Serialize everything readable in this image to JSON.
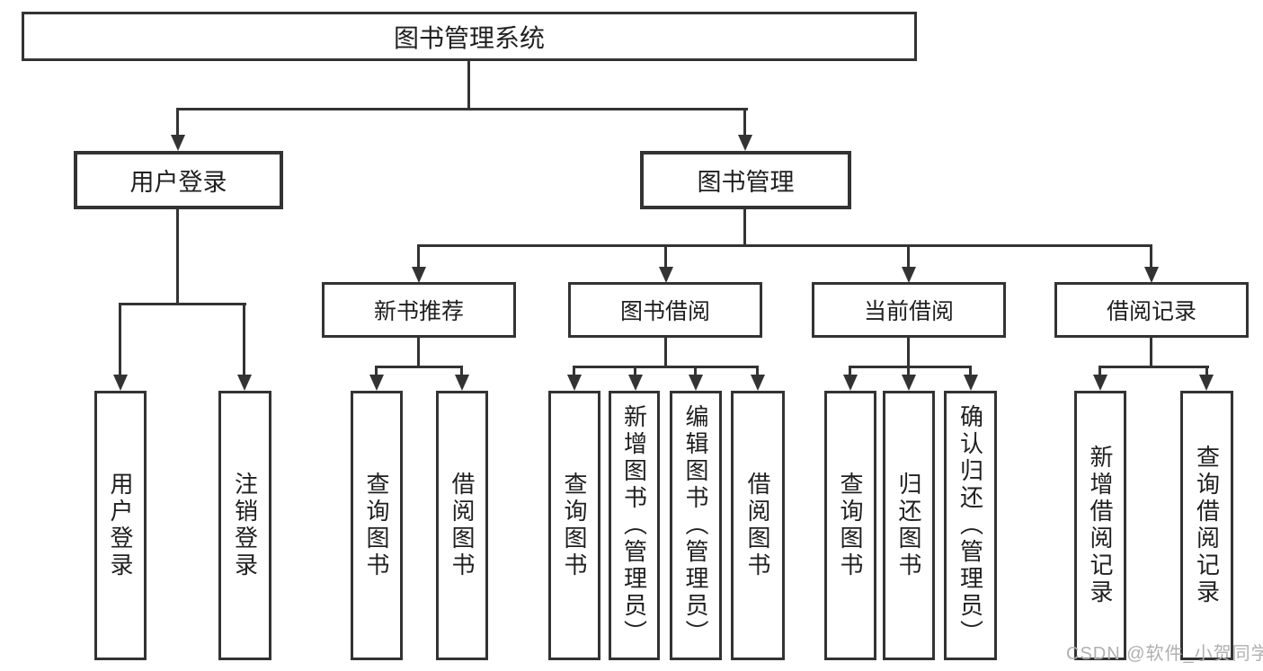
{
  "tree": {
    "root": {
      "label": "图书管理系统"
    },
    "children": [
      {
        "label": "用户登录",
        "children": [
          {
            "label": "用户登录"
          },
          {
            "label": "注销登录"
          }
        ]
      },
      {
        "label": "图书管理",
        "children": [
          {
            "label": "新书推荐",
            "children": [
              {
                "label": "查询图书"
              },
              {
                "label": "借阅图书"
              }
            ]
          },
          {
            "label": "图书借阅",
            "children": [
              {
                "label": "查询图书"
              },
              {
                "label": "新增图书（管理员）"
              },
              {
                "label": "编辑图书（管理员）"
              },
              {
                "label": "借阅图书"
              }
            ]
          },
          {
            "label": "当前借阅",
            "children": [
              {
                "label": "查询图书"
              },
              {
                "label": "归还图书"
              },
              {
                "label": "确认归还（管理员）"
              }
            ]
          },
          {
            "label": "借阅记录",
            "children": [
              {
                "label": "新增借阅记录"
              },
              {
                "label": "查询借阅记录"
              }
            ]
          }
        ]
      }
    ]
  },
  "watermark": {
    "text": "CSDN @软件_小贺同学",
    "color": "#b0b0b0"
  },
  "colors": {
    "line": "#333333",
    "box_border": "#333333",
    "text": "#1f1f1f",
    "background": "#ffffff"
  }
}
